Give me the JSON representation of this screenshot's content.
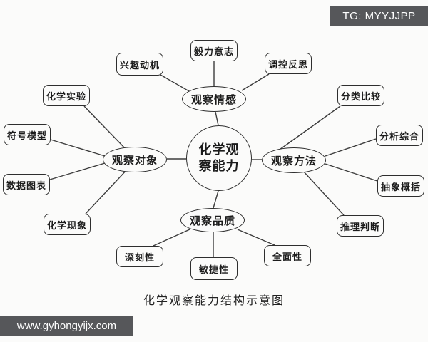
{
  "header": {
    "badge_label": "TG: MYYJJPP"
  },
  "footer": {
    "watermark_label": "www.gyhongyijx.com"
  },
  "diagram": {
    "title": "化学观察能力结构示意图",
    "center_label": "化学观\n察能力",
    "branches": [
      {
        "label": "观察情感",
        "children": [
          "兴趣动机",
          "毅力意志",
          "调控反思"
        ]
      },
      {
        "label": "观察对象",
        "children": [
          "化学实验",
          "符号模型",
          "数据图表",
          "化学现象"
        ]
      },
      {
        "label": "观察方法",
        "children": [
          "分类比较",
          "分析综合",
          "抽象概括",
          "推理判断"
        ]
      },
      {
        "label": "观察品质",
        "children": [
          "深刻性",
          "敏捷性",
          "全面性"
        ]
      }
    ],
    "colors": {
      "background": "#fbfbfa",
      "node_border": "#2e2e2e",
      "connector": "#3c3c3c",
      "text": "#1c1c1c",
      "badge_bg": "#56575a",
      "badge_text": "#ffffff"
    }
  }
}
